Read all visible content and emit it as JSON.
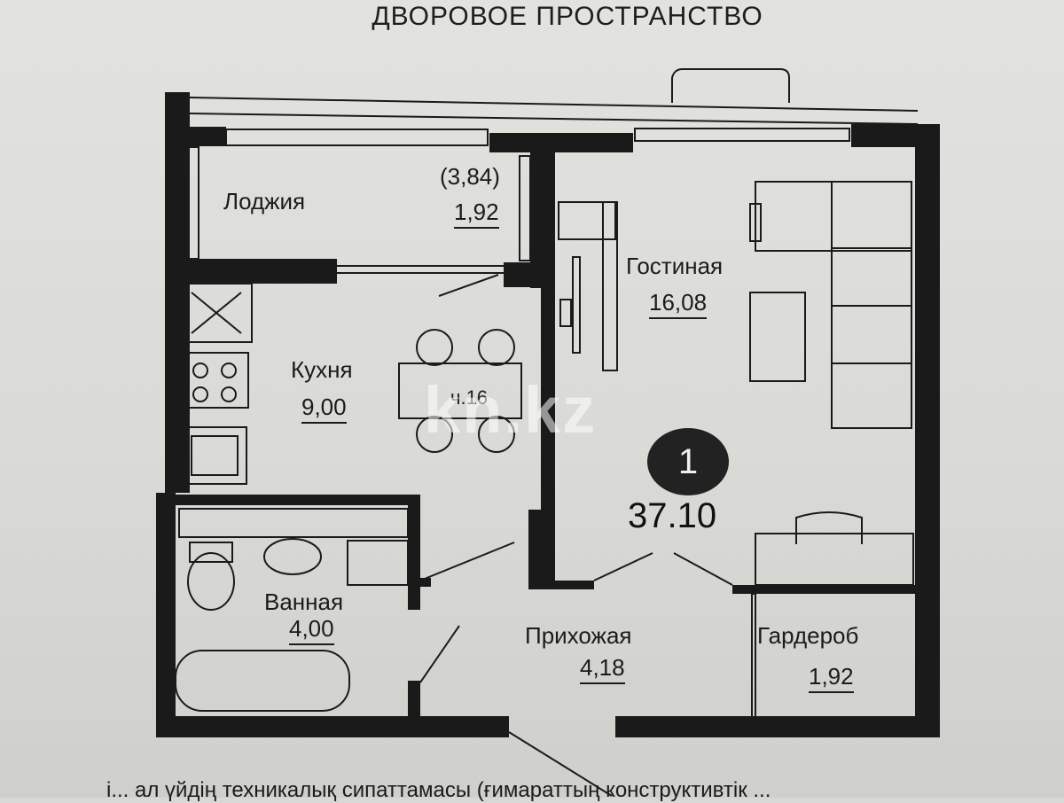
{
  "heading": "ДВОРОВОЕ ПРОСТРАНСТВО",
  "rooms": {
    "loggia": {
      "label": "Лоджия",
      "area": "1,92",
      "area_total": "(3,84)"
    },
    "living": {
      "label": "Гостиная",
      "area": "16,08"
    },
    "kitchen": {
      "label": "Кухня",
      "area": "9,00"
    },
    "bathroom": {
      "label": "Ванная",
      "area": "4,00"
    },
    "hallway": {
      "label": "Прихожая",
      "area": "4,18"
    },
    "wardrobe": {
      "label": "Гардероб",
      "area": "1,92"
    }
  },
  "apartment": {
    "rooms_count": "1",
    "total_area": "37.10"
  },
  "table_label": "ч.16",
  "watermark": "kn.kz",
  "footer": "і... ал үйдің техникалық сипаттамасы (ғимараттың конструктивтік ..."
}
